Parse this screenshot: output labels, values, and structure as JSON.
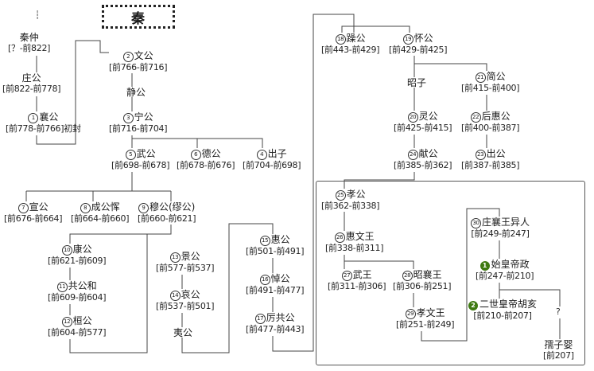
{
  "title": "秦",
  "nodes": {
    "qinzhong": {
      "name": "秦仲",
      "dates": "[？-前822]"
    },
    "zhuanggong": {
      "name": "庄公",
      "dates": "[前822-前778]"
    },
    "xianggong": {
      "num": "1",
      "name": "襄公",
      "dates": "[前778-前766]初封"
    },
    "wengong": {
      "num": "2",
      "name": "文公",
      "dates": "[前766-前716]"
    },
    "jinggong0": {
      "name": "静公",
      "dates": ""
    },
    "ninggong": {
      "num": "3",
      "name": "宁公",
      "dates": "[前716-前704]"
    },
    "wugong": {
      "num": "5",
      "name": "武公",
      "dates": "[前698-前678]"
    },
    "degong": {
      "num": "6",
      "name": "德公",
      "dates": "[前678-前676]"
    },
    "chuzi": {
      "num": "4",
      "name": "出子",
      "dates": "[前704-前698]"
    },
    "xuangong": {
      "num": "7",
      "name": "宣公",
      "dates": "[前676-前664]"
    },
    "chenggong": {
      "num": "8",
      "name": "成公恽",
      "dates": "[前664-前660]"
    },
    "mugong": {
      "num": "9",
      "name": "穆公(缪公)",
      "dates": "[前660-前621]"
    },
    "kanggong": {
      "num": "10",
      "name": "康公",
      "dates": "[前621-前609]"
    },
    "gonggong": {
      "num": "11",
      "name": "共公和",
      "dates": "[前609-前604]"
    },
    "huangong": {
      "num": "12",
      "name": "桓公",
      "dates": "[前604-前577]"
    },
    "jinggong": {
      "num": "13",
      "name": "景公",
      "dates": "[前577-前537]"
    },
    "aigong": {
      "num": "14",
      "name": "哀公",
      "dates": "[前537-前501]"
    },
    "yigong": {
      "name": "夷公",
      "dates": ""
    },
    "huigong": {
      "num": "15",
      "name": "惠公",
      "dates": "[前501-前491]"
    },
    "daogong": {
      "num": "16",
      "name": "悼公",
      "dates": "[前491-前477]"
    },
    "ligonggong": {
      "num": "17",
      "name": "厉共公",
      "dates": "[前477-前443]"
    },
    "zaogong": {
      "num": "18",
      "name": "躁公",
      "dates": "[前443-前429]"
    },
    "huaigong": {
      "num": "19",
      "name": "怀公",
      "dates": "[前429-前425]"
    },
    "zhaozi": {
      "name": "昭子",
      "dates": ""
    },
    "jiangong": {
      "num": "21",
      "name": "简公",
      "dates": "[前415-前400]"
    },
    "linggong": {
      "num": "20",
      "name": "灵公",
      "dates": "[前425-前415]"
    },
    "houhuigong": {
      "num": "22",
      "name": "后惠公",
      "dates": "[前400-前387]"
    },
    "xiangong": {
      "num": "24",
      "name": "献公",
      "dates": "[前385-前362]"
    },
    "chugong": {
      "num": "23",
      "name": "出公",
      "dates": "[前387-前385]"
    },
    "xiaogong": {
      "num": "25",
      "name": "孝公",
      "dates": "[前362-前338]"
    },
    "huiwenwang": {
      "num": "26",
      "name": "惠文王",
      "dates": "[前338-前311]"
    },
    "wuwang": {
      "num": "27",
      "name": "武王",
      "dates": "[前311-前306]"
    },
    "zhaoxiangwang": {
      "num": "28",
      "name": "昭襄王",
      "dates": "[前306-前251]"
    },
    "xiaowenwang": {
      "num": "29",
      "name": "孝文王",
      "dates": "[前251-前249]"
    },
    "zhuangxiangwang": {
      "num": "30",
      "name": "庄襄王异人",
      "dates": "[前249-前247]"
    },
    "shihuangdi": {
      "num": "1",
      "name": "始皇帝政",
      "dates": "[前247-前210]"
    },
    "ershihuangdi": {
      "num": "2",
      "name": "二世皇帝胡亥",
      "dates": "[前210-前207]"
    },
    "ruziying": {
      "name": "孺子婴",
      "dates": "[前207]"
    }
  },
  "unknown_mark": "?",
  "colors": {
    "dot": "#3f7a12",
    "line": "#444444"
  }
}
